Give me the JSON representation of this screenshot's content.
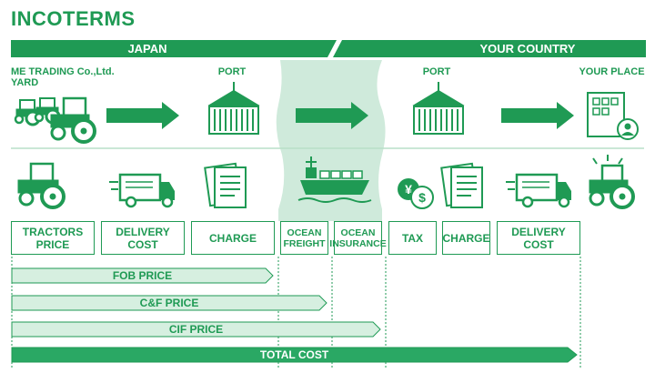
{
  "title": "INCOTERMS",
  "banner": {
    "left": "JAPAN",
    "right": "YOUR COUNTRY"
  },
  "locations": [
    {
      "id": "yard",
      "label": "ME TRADING Co.,Ltd.\nYARD"
    },
    {
      "id": "port_jp",
      "label": "PORT"
    },
    {
      "id": "port_dest",
      "label": "PORT"
    },
    {
      "id": "your_place",
      "label": "YOUR PLACE"
    }
  ],
  "cost_items": [
    {
      "label": "TRACTORS\nPRICE"
    },
    {
      "label": "DELIVERY\nCOST"
    },
    {
      "label": "CHARGE"
    },
    {
      "label": "OCEAN\nFREIGHT"
    },
    {
      "label": "OCEAN\nINSURANCE"
    },
    {
      "label": "TAX"
    },
    {
      "label": "CHARGE"
    },
    {
      "label": "DELIVERY\nCOST"
    }
  ],
  "price_bars": [
    {
      "label": "FOB PRICE",
      "covers": 3
    },
    {
      "label": "C&F PRICE",
      "covers": 4
    },
    {
      "label": "CIF PRICE",
      "covers": 5
    },
    {
      "label": "TOTAL COST",
      "covers": 8
    }
  ],
  "colors": {
    "brand_green": "#1f9a54",
    "light_green_fill": "#d6efe0",
    "sea_band": "#cfeadb"
  },
  "icons": [
    "tractor-icon",
    "truck-icon",
    "documents-icon",
    "cargo-ship-icon",
    "coins-icon",
    "container-crane-icon",
    "building-user-icon",
    "arrow-right-icon"
  ]
}
